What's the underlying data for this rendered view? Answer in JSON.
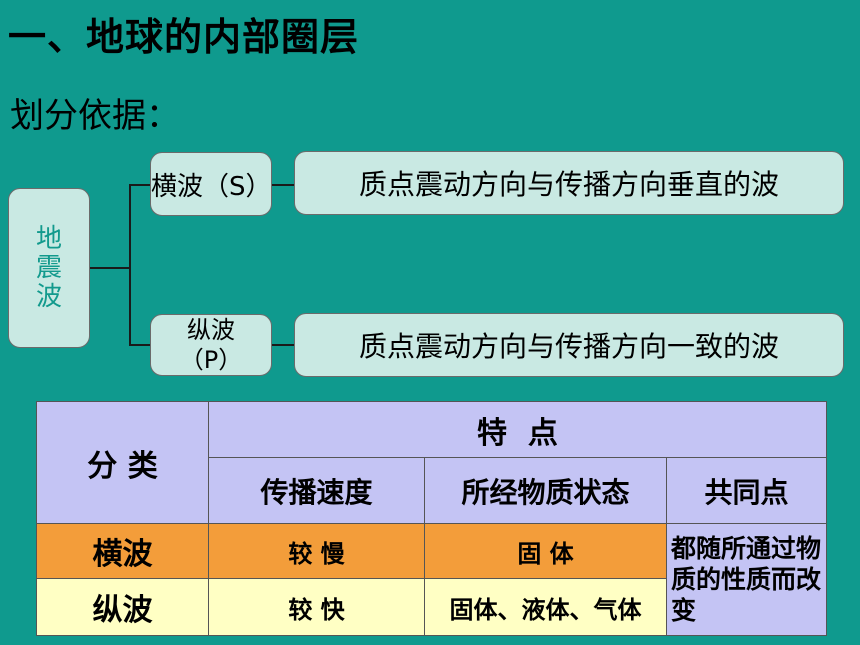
{
  "title": "一、地球的内部圈层",
  "basis_label": "划分依据：",
  "diagram": {
    "root": "地震波",
    "s_wave": {
      "label": "横波（S）",
      "description": "质点震动方向与传播方向垂直的波"
    },
    "p_wave": {
      "label_line1": "纵波",
      "label_line2": "（P）",
      "description": "质点震动方向与传播方向一致的波"
    }
  },
  "table": {
    "category_header": "分 类",
    "features_header": "特  点",
    "sub_headers": [
      "传播速度",
      "所经物质状态",
      "共同点"
    ],
    "rows": [
      {
        "name": "横波",
        "speed": "较 慢",
        "state": "固 体"
      },
      {
        "name": "纵波",
        "speed": "较 快",
        "state": "固体、液体、气体"
      }
    ],
    "common": "都随所通过物质的性质而改变"
  },
  "colors": {
    "background": "#0f9a8e",
    "box_fill": "#c9e9e3",
    "header_fill": "#c4c4f4",
    "s_row_fill": "#f39d3a",
    "p_row_fill": "#ffffc4"
  }
}
